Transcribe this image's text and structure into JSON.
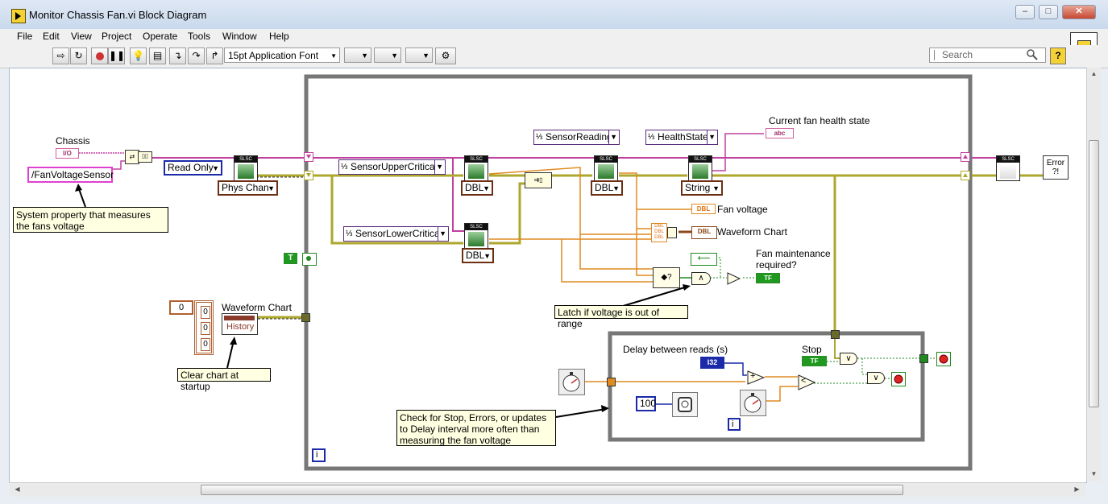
{
  "window": {
    "title": "Monitor Chassis Fan.vi Block Diagram"
  },
  "menu": [
    "File",
    "Edit",
    "View",
    "Project",
    "Operate",
    "Tools",
    "Window",
    "Help"
  ],
  "toolbar": {
    "font": "15pt Application Font",
    "search_placeholder": "Search",
    "help": "?"
  },
  "window_controls": {
    "minimize": "–",
    "maximize": "□",
    "close": "✕"
  },
  "diagram": {
    "chassis_label": "Chassis",
    "io_label": "I/O",
    "fan_voltage_sensor": "/FanVoltageSensor",
    "comment_system_property": "System property that measures the fans voltage",
    "read_only": "Read Only",
    "phys_chan": "Phys Chan",
    "sensor_upper_critical": "SensorUpperCritical",
    "sensor_lower_critical": "SensorLowerCritical",
    "sensor_reading": "SensorReading",
    "health_state": "HealthState",
    "dbl1": "DBL",
    "dbl2": "DBL",
    "dbl3": "DBL",
    "string": "String",
    "current_fan_health_state": "Current fan health state",
    "abc": "abc",
    "fan_voltage": "Fan voltage",
    "waveform_chart_out": "Waveform Chart",
    "fan_maintenance": "Fan maintenance required?",
    "comment_latch": "Latch if voltage is out of range",
    "waveform_chart_in": "Waveform Chart",
    "history": "History",
    "array_index": "0",
    "array_values": [
      "0",
      "0",
      "0"
    ],
    "comment_clear_chart": "Clear chart at startup",
    "delay_between_reads": "Delay between reads (s)",
    "stop_label": "Stop",
    "i32": "I32",
    "tf": "TF",
    "dbl_tag": "DBL",
    "hundred": "100",
    "comment_check": "Check for Stop, Errors, or updates to Delay interval more often than measuring the fan voltage",
    "iteration_i": "i",
    "true_const": "T",
    "slsc": "SLSC",
    "error_label": "Error",
    "error_mark": "?!",
    "and_label": "∧",
    "or_label": "∨",
    "less_label": "<",
    "plus_label": "+",
    "not_label": "▷"
  }
}
